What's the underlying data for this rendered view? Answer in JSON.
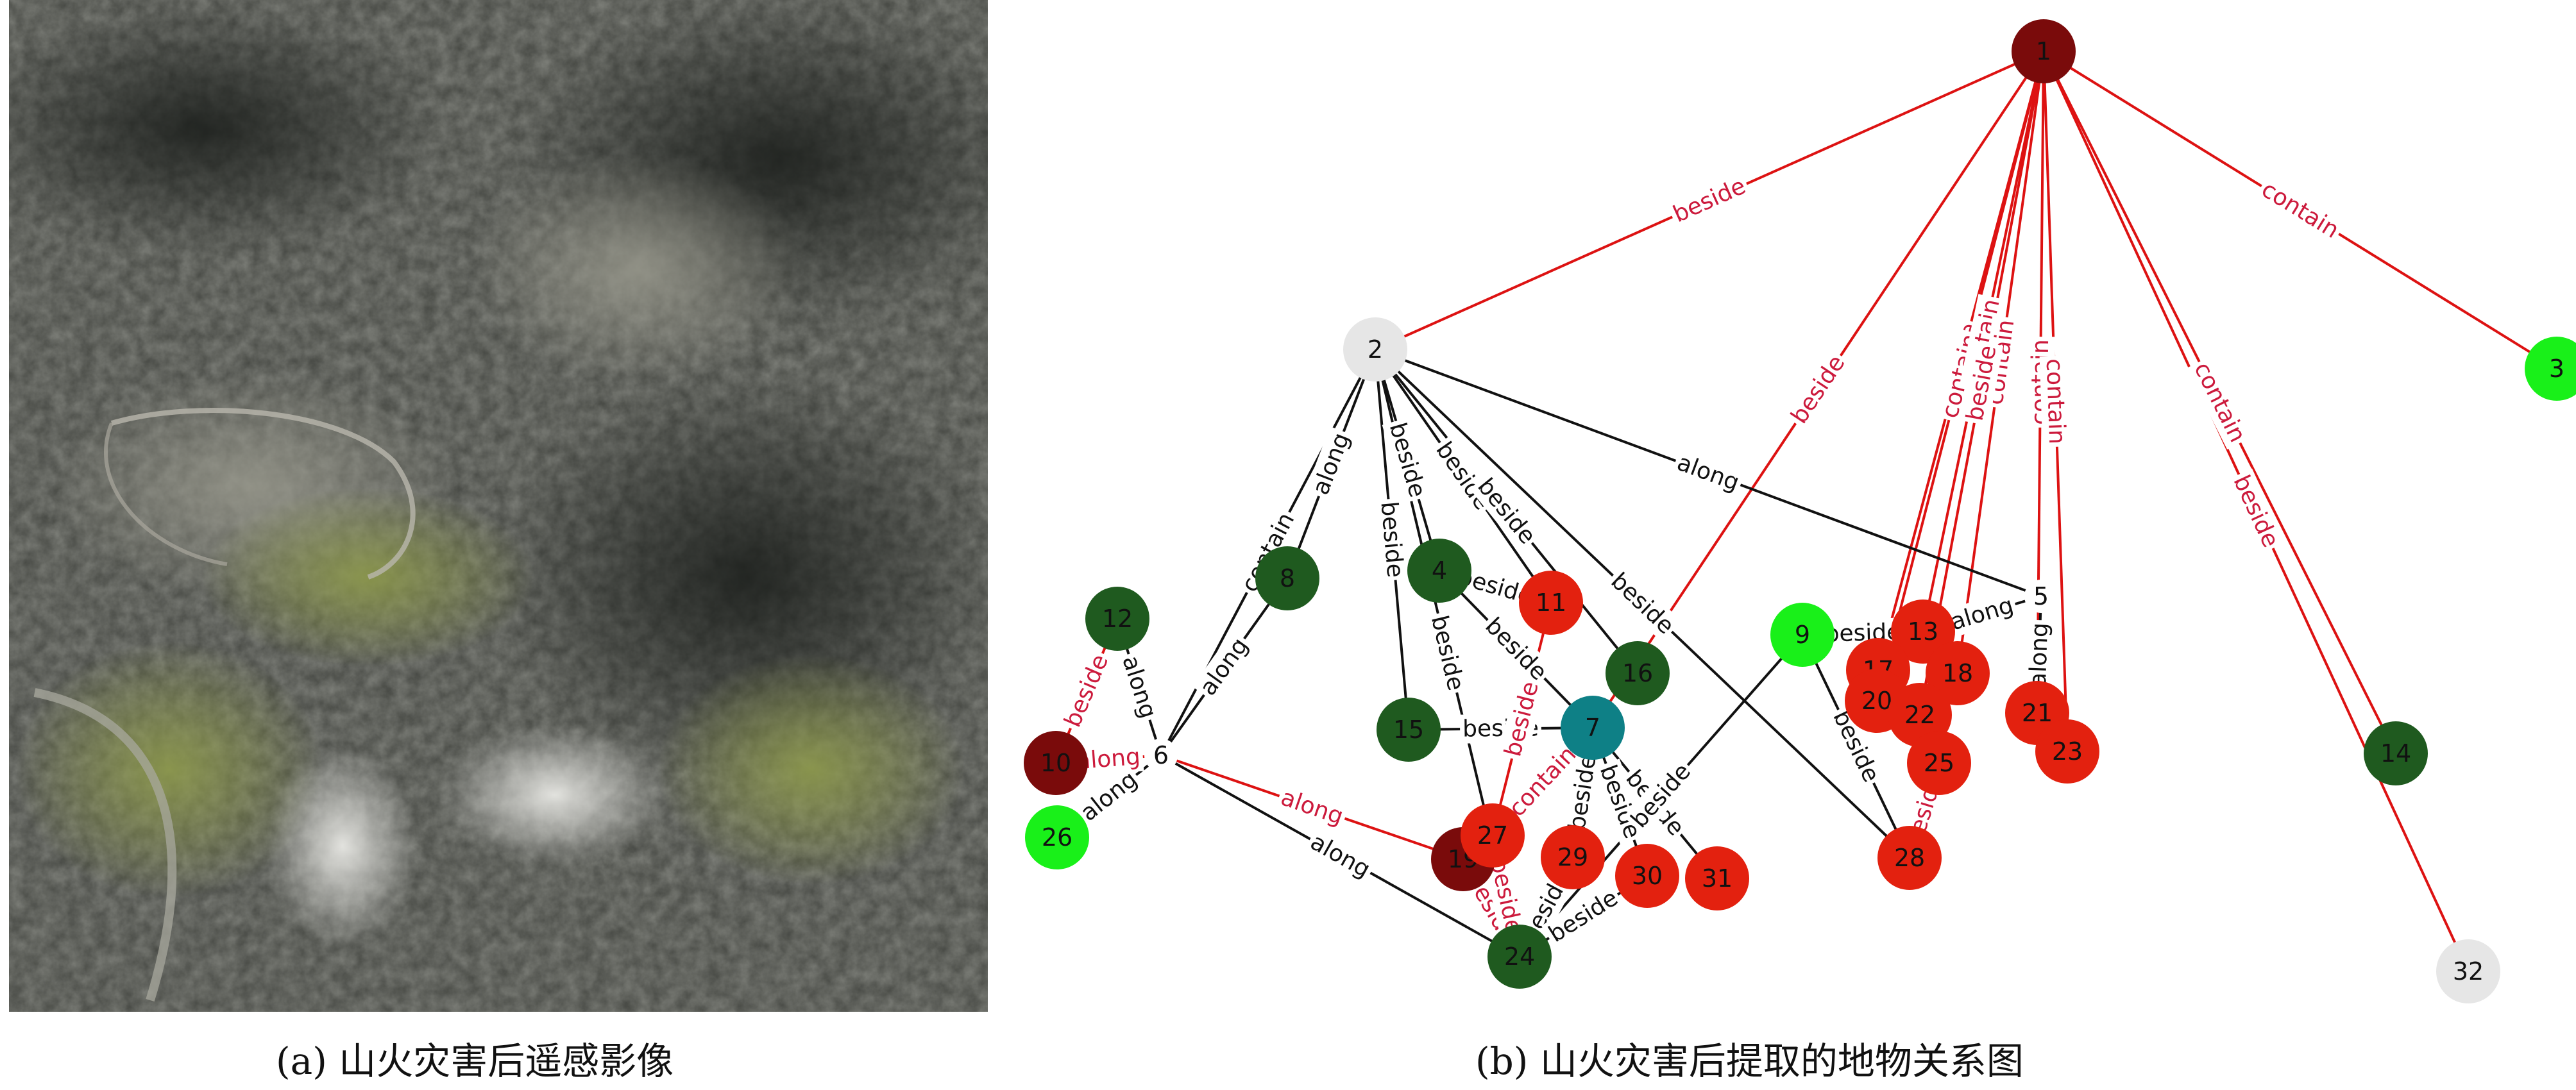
{
  "captions": {
    "a": "(a) 山火灾害后遥感影像",
    "b": "(b) 山火灾害后提取的地物关系图"
  },
  "colors": {
    "dark_red": "#7a0b0b",
    "red": "#e3210f",
    "dark_green": "#1f5a1f",
    "green": "#19f019",
    "light_gray": "#e6e6e6",
    "teal": "#0e8086",
    "edge_red": "#dd1212",
    "edge_black": "#111111",
    "label_red": "#cc1a3c"
  },
  "nodes": [
    {
      "id": "1",
      "color": "dark_red"
    },
    {
      "id": "2",
      "color": "light_gray"
    },
    {
      "id": "3",
      "color": "green"
    },
    {
      "id": "4",
      "color": "dark_green"
    },
    {
      "id": "5",
      "color": "none"
    },
    {
      "id": "6",
      "color": "none"
    },
    {
      "id": "7",
      "color": "teal"
    },
    {
      "id": "8",
      "color": "dark_green"
    },
    {
      "id": "9",
      "color": "green"
    },
    {
      "id": "10",
      "color": "dark_red"
    },
    {
      "id": "11",
      "color": "red"
    },
    {
      "id": "12",
      "color": "dark_green"
    },
    {
      "id": "13",
      "color": "red"
    },
    {
      "id": "14",
      "color": "dark_green"
    },
    {
      "id": "15",
      "color": "dark_green"
    },
    {
      "id": "16",
      "color": "dark_green"
    },
    {
      "id": "17",
      "color": "red"
    },
    {
      "id": "18",
      "color": "red"
    },
    {
      "id": "19",
      "color": "dark_red"
    },
    {
      "id": "20",
      "color": "red"
    },
    {
      "id": "21",
      "color": "red"
    },
    {
      "id": "22",
      "color": "red"
    },
    {
      "id": "23",
      "color": "red"
    },
    {
      "id": "24",
      "color": "dark_green"
    },
    {
      "id": "25",
      "color": "red"
    },
    {
      "id": "26",
      "color": "green"
    },
    {
      "id": "27",
      "color": "red"
    },
    {
      "id": "28",
      "color": "red"
    },
    {
      "id": "29",
      "color": "red"
    },
    {
      "id": "30",
      "color": "red"
    },
    {
      "id": "31",
      "color": "red"
    },
    {
      "id": "32",
      "color": "light_gray"
    }
  ],
  "edges": [
    {
      "from": "1",
      "to": "2",
      "label": "beside",
      "color": "red"
    },
    {
      "from": "1",
      "to": "3",
      "label": "contain",
      "color": "red"
    },
    {
      "from": "1",
      "to": "14",
      "label": "contain",
      "color": "red"
    },
    {
      "from": "1",
      "to": "32",
      "label": "beside",
      "color": "red"
    },
    {
      "from": "1",
      "to": "21",
      "label": "contain",
      "color": "red"
    },
    {
      "from": "1",
      "to": "23",
      "label": "contain",
      "color": "red"
    },
    {
      "from": "1",
      "to": "17",
      "label": "beside",
      "color": "red"
    },
    {
      "from": "1",
      "to": "20",
      "label": "contain",
      "color": "red"
    },
    {
      "from": "1",
      "to": "13",
      "label": "contain",
      "color": "red"
    },
    {
      "from": "1",
      "to": "18",
      "label": "contain",
      "color": "red"
    },
    {
      "from": "1",
      "to": "22",
      "label": "beside",
      "color": "red"
    },
    {
      "from": "1",
      "to": "7",
      "label": "beside",
      "color": "red"
    },
    {
      "from": "2",
      "to": "6",
      "label": "contain",
      "color": "black"
    },
    {
      "from": "2",
      "to": "8",
      "label": "along",
      "color": "black"
    },
    {
      "from": "2",
      "to": "4",
      "label": "beside",
      "color": "black"
    },
    {
      "from": "2",
      "to": "15",
      "label": "beside",
      "color": "black"
    },
    {
      "from": "2",
      "to": "11",
      "label": "beside",
      "color": "black"
    },
    {
      "from": "2",
      "to": "16",
      "label": "beside",
      "color": "black"
    },
    {
      "from": "2",
      "to": "28",
      "label": "beside",
      "color": "black"
    },
    {
      "from": "2",
      "to": "5",
      "label": "along",
      "color": "black"
    },
    {
      "from": "2",
      "to": "24",
      "label": "beside",
      "color": "black"
    },
    {
      "from": "8",
      "to": "6",
      "label": "along",
      "color": "black"
    },
    {
      "from": "4",
      "to": "7",
      "label": "beside",
      "color": "black"
    },
    {
      "from": "4",
      "to": "11",
      "label": "beside",
      "color": "black"
    },
    {
      "from": "15",
      "to": "7",
      "label": "beside",
      "color": "black"
    },
    {
      "from": "7",
      "to": "29",
      "label": "beside",
      "color": "black"
    },
    {
      "from": "7",
      "to": "30",
      "label": "beside",
      "color": "black"
    },
    {
      "from": "7",
      "to": "31",
      "label": "beside",
      "color": "black"
    },
    {
      "from": "9",
      "to": "24",
      "label": "beside",
      "color": "black"
    },
    {
      "from": "9",
      "to": "13",
      "label": "beside",
      "color": "black"
    },
    {
      "from": "9",
      "to": "28",
      "label": "beside",
      "color": "black"
    },
    {
      "from": "12",
      "to": "6",
      "label": "along",
      "color": "black"
    },
    {
      "from": "12",
      "to": "10",
      "label": "beside",
      "color": "red"
    },
    {
      "from": "10",
      "to": "6",
      "label": "along",
      "color": "red"
    },
    {
      "from": "26",
      "to": "6",
      "label": "along",
      "color": "black"
    },
    {
      "from": "6",
      "to": "19",
      "label": "along",
      "color": "red"
    },
    {
      "from": "6",
      "to": "24",
      "label": "along",
      "color": "black"
    },
    {
      "from": "19",
      "to": "24",
      "label": "beside",
      "color": "red"
    },
    {
      "from": "27",
      "to": "24",
      "label": "beside",
      "color": "red"
    },
    {
      "from": "27",
      "to": "19",
      "label": "beside",
      "color": "red"
    },
    {
      "from": "29",
      "to": "24",
      "label": "beside",
      "color": "black"
    },
    {
      "from": "30",
      "to": "24",
      "label": "beside",
      "color": "black"
    },
    {
      "from": "5",
      "to": "13",
      "label": "along",
      "color": "black"
    },
    {
      "from": "5",
      "to": "21",
      "label": "along",
      "color": "black"
    },
    {
      "from": "25",
      "to": "28",
      "label": "beside",
      "color": "red"
    },
    {
      "from": "11",
      "to": "27",
      "label": "beside",
      "color": "red"
    },
    {
      "from": "7",
      "to": "27",
      "label": "contain",
      "color": "red"
    }
  ]
}
